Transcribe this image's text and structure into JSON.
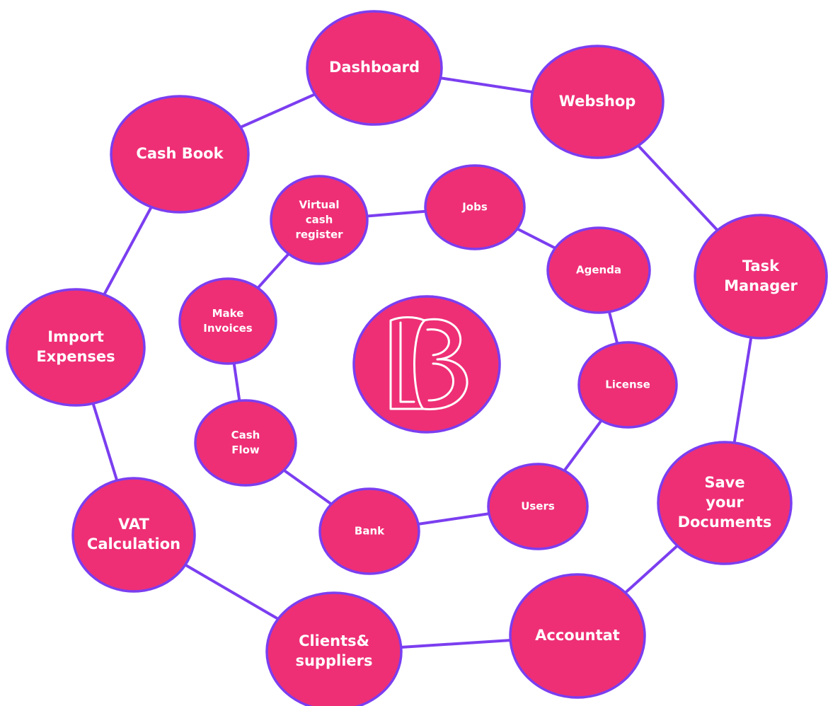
{
  "colors": {
    "node_fill": "#ee2f75",
    "connector": "#7b3ef0",
    "label_text": "#ffffff",
    "background": "#ffffff"
  },
  "center": {
    "icon": "lb-logo-icon",
    "text": "LB"
  },
  "outer_ring": [
    {
      "id": "dashboard",
      "lines": [
        "Dashboard"
      ]
    },
    {
      "id": "webshop",
      "lines": [
        "Webshop"
      ]
    },
    {
      "id": "task-manager",
      "lines": [
        "Task",
        "Manager"
      ]
    },
    {
      "id": "save-your-documents",
      "lines": [
        "Save",
        "your",
        "Documents"
      ]
    },
    {
      "id": "accountat",
      "lines": [
        "Accountat"
      ]
    },
    {
      "id": "clients-suppliers",
      "lines": [
        "Clients&",
        "suppliers"
      ]
    },
    {
      "id": "vat-calculation",
      "lines": [
        "VAT",
        "Calculation"
      ]
    },
    {
      "id": "import-expenses",
      "lines": [
        "Import",
        "Expenses"
      ]
    },
    {
      "id": "cash-book",
      "lines": [
        "Cash Book"
      ]
    }
  ],
  "inner_ring": [
    {
      "id": "virtual-cash-register",
      "lines": [
        "Virtual",
        "cash",
        "register"
      ]
    },
    {
      "id": "jobs",
      "lines": [
        "Jobs"
      ]
    },
    {
      "id": "agenda",
      "lines": [
        "Agenda"
      ]
    },
    {
      "id": "license",
      "lines": [
        "License"
      ]
    },
    {
      "id": "users",
      "lines": [
        "Users"
      ]
    },
    {
      "id": "bank",
      "lines": [
        "Bank"
      ]
    },
    {
      "id": "cash-flow",
      "lines": [
        "Cash",
        "Flow"
      ]
    },
    {
      "id": "make-invoices",
      "lines": [
        "Make",
        "Invoices"
      ]
    }
  ]
}
